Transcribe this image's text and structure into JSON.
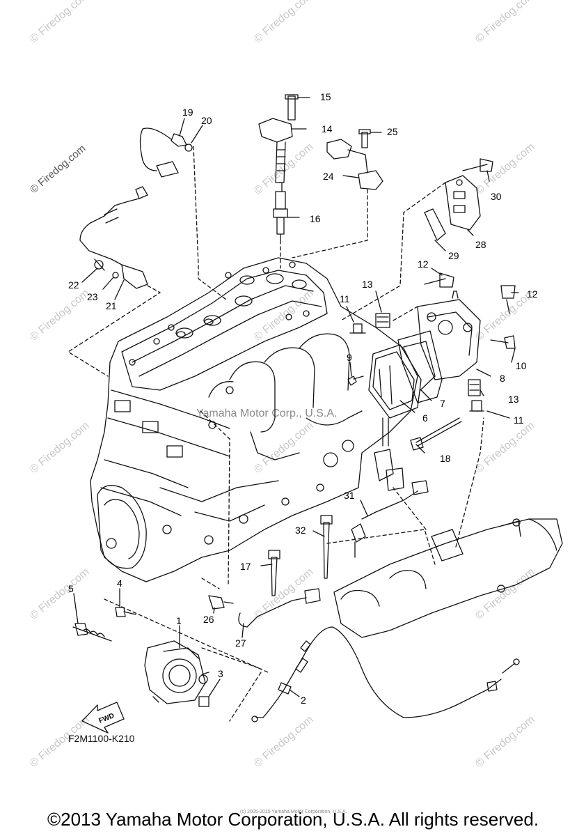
{
  "diagram": {
    "code": "F2M1100-K210",
    "center_watermark": "Yamaha Motor Corp., U.S.A.",
    "fine_print": "(c) 2005-2015 Yamaha Motor Corporation, U.S.A.",
    "copyright": "©2013 Yamaha Motor Corporation, U.S.A. All rights reserved.",
    "fwd_label": "FWD",
    "watermark_text": "© Firedog.com",
    "callouts": [
      "1",
      "2",
      "3",
      "4",
      "5",
      "6",
      "7",
      "8",
      "9",
      "10",
      "11",
      "11",
      "12",
      "12",
      "13",
      "13",
      "14",
      "15",
      "16",
      "17",
      "18",
      "19",
      "20",
      "21",
      "22",
      "23",
      "24",
      "25",
      "26",
      "27",
      "28",
      "29",
      "30",
      "31",
      "32"
    ]
  }
}
